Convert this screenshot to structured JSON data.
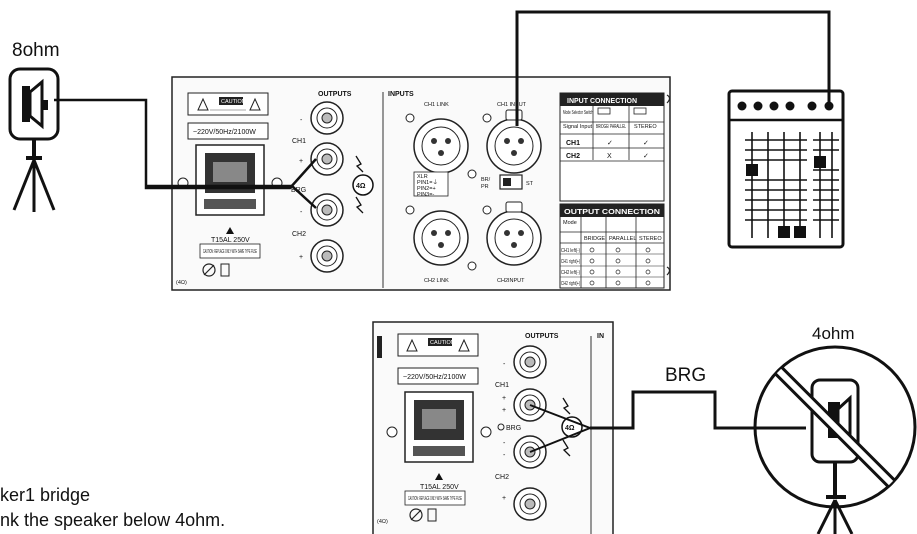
{
  "left_speaker": {
    "impedance": "8ohm"
  },
  "right_speaker": {
    "impedance": "4ohm",
    "mode_label": "BRG"
  },
  "panel": {
    "outputs": "OUTPUTS",
    "inputs": "INPUTS",
    "inputs_short": "IN",
    "ch1": "CH1",
    "ch2": "CH2",
    "brg": "BRG",
    "impedance_badge": "4Ω",
    "power_rating": "~220V/50Hz/2100W",
    "fuse": "T15AL 250V",
    "caution_text": "CAUTION: REPLACE ONLY WITH SAME TYPE FUSE",
    "caution_label": "CAUTION",
    "ohm_corner": "(4Ω)",
    "ch1_link": "CH1 LINK",
    "ch1_input": "CH1 INPUT",
    "ch2_link": "CH2 LINK",
    "ch2_input": "CH2INPUT",
    "xlr_pins": [
      "XLR",
      "PIN1=⏚",
      "PIN2=+",
      "PIN3=-"
    ],
    "mode_switch": [
      "BR/",
      "PR",
      "ST"
    ],
    "plus": "+",
    "minus": "-"
  },
  "input_connection": {
    "title": "INPUT CONNECTION",
    "mode_selector": "Mode Selector Switch",
    "signal_input": "Signal Input",
    "col_bridge": "BRIDGE/ PARALLEL",
    "col_stereo": "STEREO",
    "row_labels": [
      "CH1",
      "CH2"
    ],
    "ch1_values": [
      "✓",
      "✓"
    ],
    "ch2_values": [
      "X",
      "✓"
    ]
  },
  "output_connection": {
    "title": "OUTPUT CONNECTION",
    "columns": [
      "Mode",
      "BRIDGE",
      "PARALLEL",
      "STEREO"
    ],
    "rows": [
      "CH1 left(-)",
      "CH1 right(+)",
      "CH2 left(-)",
      "CH2 right(+)"
    ]
  },
  "note": {
    "line1": "ker1 bridge",
    "line2": "nk the speaker below 4ohm."
  }
}
